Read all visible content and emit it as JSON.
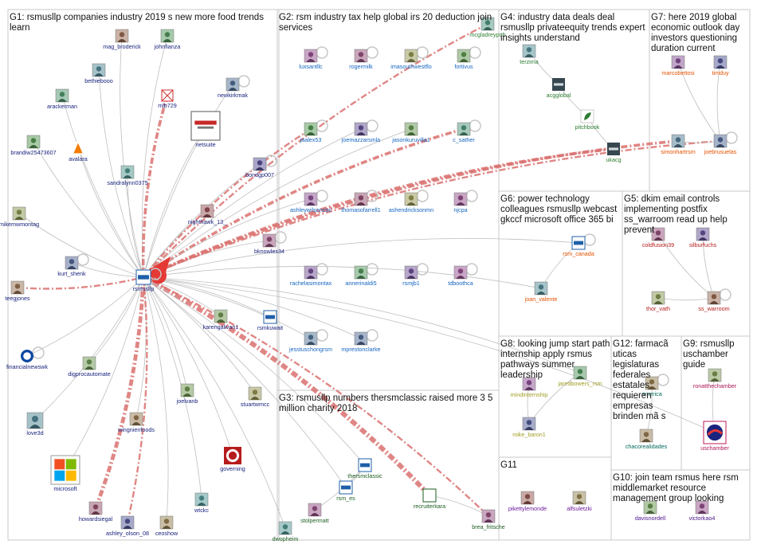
{
  "groups": [
    {
      "id": "G1",
      "lines": [
        "G1: rsmusllp companies industry 2019 s new more food trends",
        "learn"
      ]
    },
    {
      "id": "G2",
      "lines": [
        "G2: rsm industry tax help global irs 20 deduction join",
        "services"
      ]
    },
    {
      "id": "G3",
      "lines": [
        "G3: rsmusllp numbers thersmclassic raised more 3 5",
        "million charity 2018"
      ]
    },
    {
      "id": "G4",
      "lines": [
        "G4: industry data deals deal",
        "rsmusllp privateequity trends expert",
        "insights understand"
      ]
    },
    {
      "id": "G5",
      "lines": [
        "G5: dkim email controls",
        "implementing postfix",
        "ss_warroom read up help",
        "prevent"
      ]
    },
    {
      "id": "G6",
      "lines": [
        "G6: power technology",
        "colleagues rsmusllp webcast",
        "gkccf microsoft office 365 bi"
      ]
    },
    {
      "id": "G7",
      "lines": [
        "G7: here 2019 global",
        "economic outlook day",
        "investors questioning",
        "duration current"
      ]
    },
    {
      "id": "G8",
      "lines": [
        "G8: looking jump start path",
        "internship apply rsmus",
        "pathways summer",
        "leadership"
      ]
    },
    {
      "id": "G9",
      "lines": [
        "G9: rsmusllp",
        "uschamber",
        "guide"
      ]
    },
    {
      "id": "G10",
      "lines": [
        "G10: join team rsmus here rsm",
        "middlemarket resource",
        "management group looking"
      ]
    },
    {
      "id": "G11",
      "lines": [
        "G11"
      ]
    },
    {
      "id": "G12",
      "lines": [
        "G12: farmacã",
        "uticas",
        "legislaturas",
        "federales",
        "estatales",
        "requieren",
        "empresas",
        "brinden mã s"
      ]
    }
  ],
  "nodes": [
    {
      "id": "rsmusllp",
      "label": "rsmusllp",
      "color": "#1a237e",
      "icon": "rsm-logo"
    },
    {
      "id": "mag_broderick",
      "label": "mag_broderick",
      "color": "#1a237e",
      "icon": "avatar"
    },
    {
      "id": "johnfianza",
      "label": "johnfianza",
      "color": "#1a237e",
      "icon": "avatar"
    },
    {
      "id": "bethiebooo",
      "label": "bethiebooo",
      "color": "#1a237e",
      "icon": "avatar"
    },
    {
      "id": "arackerman",
      "label": "arackerman",
      "color": "#1a237e",
      "icon": "avatar"
    },
    {
      "id": "mlb729",
      "label": "mlb729",
      "color": "#1a237e",
      "icon": "broken-image"
    },
    {
      "id": "newkirkmak",
      "label": "newkirkmak",
      "color": "#1a237e",
      "icon": "avatar"
    },
    {
      "id": "netsuite",
      "label": "netsuite",
      "color": "#1a237e",
      "icon": "oracle-logo"
    },
    {
      "id": "brandiw25473607",
      "label": "brandiw25473607",
      "color": "#1a237e",
      "icon": "avatar"
    },
    {
      "id": "avalara",
      "label": "avalara",
      "color": "#1a237e",
      "icon": "avalara-logo"
    },
    {
      "id": "sandralynn0375",
      "label": "sandralynn0375",
      "color": "#1a237e",
      "icon": "avatar"
    },
    {
      "id": "bondgp007",
      "label": "bondgp007",
      "color": "#1a237e",
      "icon": "avatar"
    },
    {
      "id": "mikemwmontag",
      "label": "mikemwmontag",
      "color": "#1a237e",
      "icon": "avatar"
    },
    {
      "id": "nighthawk_13_",
      "label": "nighthawk_13_",
      "color": "#1a237e",
      "icon": "avatar"
    },
    {
      "id": "kurt_shenk",
      "label": "kurt_shenk",
      "color": "#1a237e",
      "icon": "avatar"
    },
    {
      "id": "bknowles34",
      "label": "bknowles34",
      "color": "#1a237e",
      "icon": "avatar"
    },
    {
      "id": "teegjones",
      "label": "teegjones",
      "color": "#1a237e",
      "icon": "avatar"
    },
    {
      "id": "karengalivan1",
      "label": "karengalivan1",
      "color": "#1a237e",
      "icon": "avatar"
    },
    {
      "id": "rsmkuwait",
      "label": "rsmkuwait",
      "color": "#1a237e",
      "icon": "rsm-logo"
    },
    {
      "id": "financialnewswk",
      "label": "financialnewswk",
      "color": "#1a237e",
      "icon": "fn-logo"
    },
    {
      "id": "digprocautomate",
      "label": "digprocautomate",
      "color": "#1a237e",
      "icon": "avatar"
    },
    {
      "id": "joelvanb",
      "label": "joelvanb",
      "color": "#1a237e",
      "icon": "avatar"
    },
    {
      "id": "stuartwmcc",
      "label": "stuartwmcc",
      "color": "#1a237e",
      "icon": "avatar"
    },
    {
      "id": "wingnienfoods",
      "label": "wingnienfoods",
      "color": "#1a237e",
      "icon": "avatar"
    },
    {
      "id": "love3d",
      "label": "love3d",
      "color": "#1a237e",
      "icon": "avatar"
    },
    {
      "id": "governing",
      "label": "governing",
      "color": "#1a237e",
      "icon": "governing-logo"
    },
    {
      "id": "microsoft",
      "label": "microsoft",
      "color": "#1a237e",
      "icon": "microsoft-logo"
    },
    {
      "id": "wtckc",
      "label": "wtckc",
      "color": "#1a237e",
      "icon": "avatar"
    },
    {
      "id": "howardsiegal",
      "label": "howardsiegal",
      "color": "#1a237e",
      "icon": "avatar"
    },
    {
      "id": "ashley_olson_08",
      "label": "ashley_olson_08",
      "color": "#1a237e",
      "icon": "avatar"
    },
    {
      "id": "ceoshow",
      "label": "ceoshow",
      "color": "#1a237e",
      "icon": "avatar"
    },
    {
      "id": "mcgladreypub",
      "label": "mcgladreypub",
      "color": "#2e7d32",
      "icon": "avatar"
    },
    {
      "id": "luxsantllc",
      "label": "luxsantllc",
      "color": "#1565c0",
      "icon": "avatar"
    },
    {
      "id": "rogermilk",
      "label": "rogermilk",
      "color": "#1565c0",
      "icon": "avatar"
    },
    {
      "id": "imasouthwestflo",
      "label": "imasouthwestflo",
      "color": "#1565c0",
      "icon": "avatar"
    },
    {
      "id": "fortivus",
      "label": "fortivus",
      "color": "#1565c0",
      "icon": "avatar"
    },
    {
      "id": "jaalex53",
      "label": "jaalex53",
      "color": "#1565c0",
      "icon": "avatar"
    },
    {
      "id": "joemazzarsmla",
      "label": "joemazzarsmla",
      "color": "#1565c0",
      "icon": "avatar"
    },
    {
      "id": "jasonkuruvilla1",
      "label": "jasonkuruvilla1",
      "color": "#1565c0",
      "icon": "avatar"
    },
    {
      "id": "c_sather",
      "label": "c_sather",
      "color": "#1565c0",
      "icon": "avatar"
    },
    {
      "id": "ashleywilsoncoc",
      "label": "ashleywilsoncoc",
      "color": "#1565c0",
      "icon": "avatar"
    },
    {
      "id": "thomasofarrell1",
      "label": "thomasofarrell1",
      "color": "#1565c0",
      "icon": "avatar"
    },
    {
      "id": "ashendricksonmn",
      "label": "ashendricksonmn",
      "color": "#1565c0",
      "icon": "avatar"
    },
    {
      "id": "njcpa",
      "label": "njcpa",
      "color": "#1565c0",
      "icon": "avatar"
    },
    {
      "id": "rachelasimontax",
      "label": "rachelasimontax",
      "color": "#1565c0",
      "icon": "avatar"
    },
    {
      "id": "annerinaldi5",
      "label": "annerinaldi5",
      "color": "#1565c0",
      "icon": "avatar"
    },
    {
      "id": "rsmjb1",
      "label": "rsmjb1",
      "color": "#1565c0",
      "icon": "avatar"
    },
    {
      "id": "tdboothca",
      "label": "tdboothca",
      "color": "#1565c0",
      "icon": "avatar"
    },
    {
      "id": "jesstuschongrsm",
      "label": "jesstuschongrsm",
      "color": "#1565c0",
      "icon": "avatar"
    },
    {
      "id": "mprestonclarke",
      "label": "mprestonclarke",
      "color": "#1565c0",
      "icon": "avatar"
    },
    {
      "id": "thersmclassic",
      "label": "thersmclassic",
      "color": "#1b5e20",
      "icon": "rsm-logo"
    },
    {
      "id": "rsm_es",
      "label": "rsm_es",
      "color": "#1b5e20",
      "icon": "rsm-logo"
    },
    {
      "id": "recruiterkara",
      "label": "recruiterkara",
      "color": "#1b5e20",
      "icon": "blank"
    },
    {
      "id": "brea_fritsche",
      "label": "brea_fritsche",
      "color": "#1b5e20",
      "icon": "avatar"
    },
    {
      "id": "stolpermatt",
      "label": "stolpermatt",
      "color": "#1b5e20",
      "icon": "avatar"
    },
    {
      "id": "dwopheim",
      "label": "dwopheim",
      "color": "#1b5e20",
      "icon": "avatar"
    },
    {
      "id": "terzima",
      "label": "terzima",
      "color": "#2e7d32",
      "icon": "avatar"
    },
    {
      "id": "acgglobal",
      "label": "acgglobal",
      "color": "#2e7d32",
      "icon": "acg-logo"
    },
    {
      "id": "pitchbook",
      "label": "pitchbook",
      "color": "#2e7d32",
      "icon": "pitchbook-logo"
    },
    {
      "id": "ukacg",
      "label": "ukacg",
      "color": "#2e7d32",
      "icon": "acg-logo"
    },
    {
      "id": "marcobettosi",
      "label": "marcobettosi",
      "color": "#e65100",
      "icon": "avatar"
    },
    {
      "id": "timduy",
      "label": "timduy",
      "color": "#e65100",
      "icon": "avatar"
    },
    {
      "id": "simonhartrsm",
      "label": "simonhartrsm",
      "color": "#e65100",
      "icon": "avatar"
    },
    {
      "id": "joebrusuelas",
      "label": "joebrusuelas",
      "color": "#e65100",
      "icon": "avatar"
    },
    {
      "id": "rsm_canada",
      "label": "rsm_canada",
      "color": "#e65100",
      "icon": "rsm-logo"
    },
    {
      "id": "joan_valente",
      "label": "joan_valente",
      "color": "#e65100",
      "icon": "avatar"
    },
    {
      "id": "coldfusion39",
      "label": "coldfusion39",
      "color": "#b71c1c",
      "icon": "avatar"
    },
    {
      "id": "silburfuchs",
      "label": "silburfuchs",
      "color": "#b71c1c",
      "icon": "avatar"
    },
    {
      "id": "thor_vath",
      "label": "thor_vath",
      "color": "#b71c1c",
      "icon": "avatar"
    },
    {
      "id": "ss_warroom",
      "label": "ss_warroom",
      "color": "#b71c1c",
      "icon": "avatar"
    },
    {
      "id": "mindinternship",
      "label": "mindinternship",
      "color": "#9e9d24",
      "icon": "avatar"
    },
    {
      "id": "jaredbowers_rsm",
      "label": "jaredbowers_rsm",
      "color": "#9e9d24",
      "icon": "avatar"
    },
    {
      "id": "mike_baron1",
      "label": "mike_baron1",
      "color": "#9e9d24",
      "icon": "avatar"
    },
    {
      "id": "chacorealidades",
      "label": "chacorealidades",
      "color": "#00695c",
      "icon": "avatar"
    },
    {
      "id": "americaspanish",
      "label": "america",
      "color": "#00695c",
      "icon": "avatar"
    },
    {
      "id": "ronattheChamber",
      "label": "ronatthechamber",
      "color": "#ad1457",
      "icon": "avatar"
    },
    {
      "id": "uschamber",
      "label": "uschamber",
      "color": "#ad1457",
      "icon": "uschamber-logo"
    },
    {
      "id": "pikettylemonde",
      "label": "pikettylemonde",
      "color": "#6a1b9a",
      "icon": "avatar"
    },
    {
      "id": "alfsuletzki",
      "label": "alfsuletzki",
      "color": "#6a1b9a",
      "icon": "avatar"
    },
    {
      "id": "davisnordell",
      "label": "davisnordell",
      "color": "#4a148c",
      "icon": "avatar"
    },
    {
      "id": "victorkao4",
      "label": "victorkao4",
      "color": "#4a148c",
      "icon": "avatar"
    }
  ],
  "edges": [
    {
      "from": "mag_broderick",
      "to": "rsmusllp",
      "w": 1,
      "style": "gray"
    },
    {
      "from": "johnfianza",
      "to": "rsmusllp",
      "w": 1,
      "style": "gray"
    },
    {
      "from": "bethiebooo",
      "to": "rsmusllp",
      "w": 1,
      "style": "gray"
    },
    {
      "from": "arackerman",
      "to": "rsmusllp",
      "w": 1,
      "style": "gray"
    },
    {
      "from": "mlb729",
      "to": "rsmusllp",
      "w": 3,
      "style": "red-dash"
    },
    {
      "from": "newkirkmak",
      "to": "rsmusllp",
      "w": 1,
      "style": "gray"
    },
    {
      "from": "netsuite",
      "to": "rsmusllp",
      "w": 1,
      "style": "gray"
    },
    {
      "from": "brandiw25473607",
      "to": "rsmusllp",
      "w": 1,
      "style": "gray"
    },
    {
      "from": "avalara",
      "to": "rsmusllp",
      "w": 1,
      "style": "gray"
    },
    {
      "from": "sandralynn0375",
      "to": "rsmusllp",
      "w": 1,
      "style": "gray"
    },
    {
      "from": "bondgp007",
      "to": "rsmusllp",
      "w": 1,
      "style": "gray"
    },
    {
      "from": "mikemwmontag",
      "to": "rsmusllp",
      "w": 1,
      "style": "gray"
    },
    {
      "from": "nighthawk_13_",
      "to": "rsmusllp",
      "w": 1,
      "style": "gray"
    },
    {
      "from": "kurt_shenk",
      "to": "rsmusllp",
      "w": 1,
      "style": "gray"
    },
    {
      "from": "bknowles34",
      "to": "rsmusllp",
      "w": 1,
      "style": "gray"
    },
    {
      "from": "teegjones",
      "to": "rsmusllp",
      "w": 2,
      "style": "red-dash"
    },
    {
      "from": "karengalivan1",
      "to": "rsmusllp",
      "w": 1,
      "style": "gray"
    },
    {
      "from": "rsmkuwait",
      "to": "rsmusllp",
      "w": 1,
      "style": "gray"
    },
    {
      "from": "financialnewswk",
      "to": "rsmusllp",
      "w": 1,
      "style": "gray"
    },
    {
      "from": "digprocautomate",
      "to": "rsmusllp",
      "w": 1,
      "style": "gray"
    },
    {
      "from": "joelvanb",
      "to": "rsmusllp",
      "w": 1,
      "style": "gray"
    },
    {
      "from": "stuartwmcc",
      "to": "rsmusllp",
      "w": 1,
      "style": "gray"
    },
    {
      "from": "wingnienfoods",
      "to": "rsmusllp",
      "w": 1,
      "style": "gray"
    },
    {
      "from": "love3d",
      "to": "rsmusllp",
      "w": 1,
      "style": "gray"
    },
    {
      "from": "governing",
      "to": "rsmusllp",
      "w": 1,
      "style": "gray"
    },
    {
      "from": "microsoft",
      "to": "rsmusllp",
      "w": 1,
      "style": "gray"
    },
    {
      "from": "wtckc",
      "to": "rsmusllp",
      "w": 1,
      "style": "gray"
    },
    {
      "from": "howardsiegal",
      "to": "rsmusllp",
      "w": 4,
      "style": "red-dash"
    },
    {
      "from": "ashley_olson_08",
      "to": "rsmusllp",
      "w": 2,
      "style": "red-dash"
    },
    {
      "from": "ceoshow",
      "to": "rsmusllp",
      "w": 1,
      "style": "gray"
    },
    {
      "from": "mcgladreypub",
      "to": "rsmusllp",
      "w": 2,
      "style": "red-dash"
    },
    {
      "from": "c_sather",
      "to": "rsmusllp",
      "w": 3,
      "style": "red-dash"
    },
    {
      "from": "jaalex53",
      "to": "rsmusllp",
      "w": 2,
      "style": "red-dash"
    },
    {
      "from": "joemazzarsmla",
      "to": "rsmusllp",
      "w": 1,
      "style": "gray"
    },
    {
      "from": "jasonkuruvilla1",
      "to": "rsmusllp",
      "w": 1,
      "style": "gray"
    },
    {
      "from": "ashleywilsoncoc",
      "to": "rsmusllp",
      "w": 1,
      "style": "gray"
    },
    {
      "from": "jesstuschongrsm",
      "to": "rsmusllp",
      "w": 1,
      "style": "gray"
    },
    {
      "from": "mprestonclarke",
      "to": "rsmusllp",
      "w": 1,
      "style": "gray"
    },
    {
      "from": "recruiterkara",
      "to": "rsmusllp",
      "w": 5,
      "style": "red-dash"
    },
    {
      "from": "brea_fritsche",
      "to": "rsmusllp",
      "w": 2,
      "style": "red-dash"
    },
    {
      "from": "thersmclassic",
      "to": "rsmusllp",
      "w": 1,
      "style": "gray"
    },
    {
      "from": "rsm_es",
      "to": "rsmusllp",
      "w": 1,
      "style": "gray"
    },
    {
      "from": "dwopheim",
      "to": "rsmusllp",
      "w": 1,
      "style": "gray"
    },
    {
      "from": "ukacg",
      "to": "rsmusllp",
      "w": 3,
      "style": "red-dash"
    },
    {
      "from": "simonhartrsm",
      "to": "rsmusllp",
      "w": 3,
      "style": "red-dash"
    },
    {
      "from": "joebrusuelas",
      "to": "rsmusllp",
      "w": 2,
      "style": "red-dash"
    },
    {
      "from": "rsm_canada",
      "to": "rsmusllp",
      "w": 1,
      "style": "gray"
    },
    {
      "from": "joan_valente",
      "to": "rsmusllp",
      "w": 1,
      "style": "gray"
    },
    {
      "from": "jaredbowers_rsm",
      "to": "rsmusllp",
      "w": 1,
      "style": "gray"
    },
    {
      "from": "uschamber",
      "to": "rsmusllp",
      "w": 1,
      "style": "gray"
    },
    {
      "from": "terzima",
      "to": "acgglobal",
      "w": 1,
      "style": "gray"
    },
    {
      "from": "acgglobal",
      "to": "pitchbook",
      "w": 1,
      "style": "gray"
    },
    {
      "from": "pitchbook",
      "to": "ukacg",
      "w": 1,
      "style": "gray"
    },
    {
      "from": "marcobettosi",
      "to": "joebrusuelas",
      "w": 1,
      "style": "gray"
    },
    {
      "from": "timduy",
      "to": "joebrusuelas",
      "w": 1,
      "style": "gray"
    },
    {
      "from": "simonhartrsm",
      "to": "joebrusuelas",
      "w": 1,
      "style": "gray"
    },
    {
      "from": "coldfusion39",
      "to": "ss_warroom",
      "w": 1,
      "style": "gray"
    },
    {
      "from": "silburfuchs",
      "to": "ss_warroom",
      "w": 1,
      "style": "gray"
    },
    {
      "from": "thor_vath",
      "to": "ss_warroom",
      "w": 1,
      "style": "gray"
    },
    {
      "from": "mindinternship",
      "to": "mike_baron1",
      "w": 1,
      "style": "gray"
    },
    {
      "from": "jaredbowers_rsm",
      "to": "mike_baron1",
      "w": 1,
      "style": "gray"
    },
    {
      "from": "ronattheChamber",
      "to": "uschamber",
      "w": 1,
      "style": "gray"
    },
    {
      "from": "chacorealidades",
      "to": "americaspanish",
      "w": 1,
      "style": "gray"
    },
    {
      "from": "stolpermatt",
      "to": "thersmclassic",
      "w": 1,
      "style": "gray"
    },
    {
      "from": "rsm_es",
      "to": "thersmclassic",
      "w": 1,
      "style": "gray"
    },
    {
      "from": "brea_fritsche",
      "to": "recruiterkara",
      "w": 1,
      "style": "gray"
    },
    {
      "from": "rsm_canada",
      "to": "joan_valente",
      "w": 1,
      "style": "gray"
    }
  ]
}
